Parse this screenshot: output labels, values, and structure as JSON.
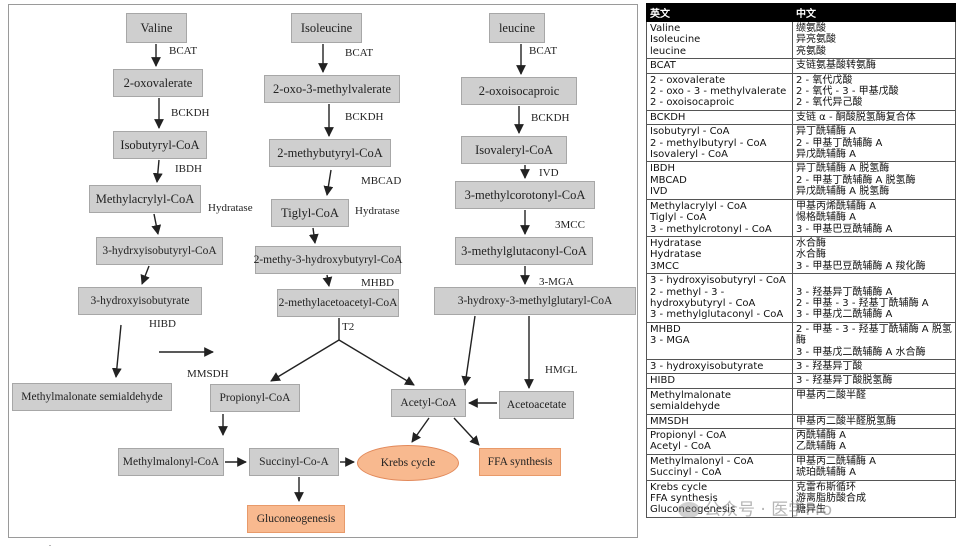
{
  "diagram": {
    "nodes": {
      "valine": "Valine",
      "isoleucine": "Isoleucine",
      "leucine": "leucine",
      "oxovalerate": "2-oxovalerate",
      "oxomethylvalerate": "2-oxo-3-methylvalerate",
      "oxoisocaproic": "2-oxoisocaproic",
      "isobutyryl": "Isobutyryl-CoA",
      "methylbutyryl": "2-methybutyryl-CoA",
      "isovaleryl": "Isovaleryl-CoA",
      "methylacrylyl": "Methylacrylyl-CoA",
      "tiglyl": "Tiglyl-CoA",
      "methylcrotonyl": "3-methylcorotonyl-CoA",
      "hydroxyisobutyryl": "3-hydrxyisobutyryl-CoA",
      "methylhydroxybutyryl": "2-methy-3-hydroxybutyryl-CoA",
      "methylglutaconyl": "3-methylglutaconyl-CoA",
      "hydroxyisobutyrate": "3-hydroxyisobutyrate",
      "methylacetoacetyl": "2-methylacetoacetyl-CoA",
      "hmg": "3-hydroxy-3-methylglutaryl-CoA",
      "semialdehyde": "Methylmalonate semialdehyde",
      "propionyl": "Propionyl-CoA",
      "acetyl": "Acetyl-CoA",
      "acetoacetate": "Acetoacetate",
      "methylmalonyl": "Methylmalonyl-CoA",
      "succinyl": "Succinyl-Co-A",
      "krebs": "Krebs cycle",
      "ffa": "FFA synthesis",
      "gluconeo": "Gluconeogenesis"
    },
    "enzymes": {
      "bcat1": "BCAT",
      "bcat2": "BCAT",
      "bcat3": "BCAT",
      "bckdh1": "BCKDH",
      "bckdh2": "BCKDH",
      "bckdh3": "BCKDH",
      "ibdh": "IBDH",
      "mbcad": "MBCAD",
      "ivd": "IVD",
      "hydratase1": "Hydratase",
      "hydratase2": "Hydratase",
      "mcc": "3MCC",
      "mhbd": "MHBD",
      "mga": "3-MGA",
      "hibd": "HIBD",
      "t2": "T2",
      "mmsdh": "MMSDH",
      "hmgl": "HMGL"
    },
    "footnote": "."
  },
  "legend": {
    "headers": {
      "en": "英文",
      "zh": "中文"
    },
    "rows": [
      {
        "en": [
          "Valine",
          "Isoleucine",
          "leucine"
        ],
        "zh": [
          "缬氨酸",
          "异亮氨酸",
          "亮氨酸"
        ]
      },
      {
        "en": [
          "BCAT"
        ],
        "zh": [
          "支链氨基酸转氨酶"
        ]
      },
      {
        "en": [
          "2 - oxovalerate",
          "2 - oxo - 3 - methylvalerate",
          "2 - oxoisocaproic"
        ],
        "zh": [
          "2 - 氧代戊酸",
          "2 - 氧代 - 3 - 甲基戊酸",
          "2 - 氧代异己酸"
        ]
      },
      {
        "en": [
          "BCKDH"
        ],
        "zh": [
          "支链 α - 酮酸脱氢酶复合体"
        ]
      },
      {
        "en": [
          "Isobutyryl - CoA",
          "2 - methylbutyryl - CoA",
          "Isovaleryl - CoA"
        ],
        "zh": [
          "异丁酰辅酶 A",
          "2 - 甲基丁酰辅酶 A",
          "异戊酰辅酶 A"
        ]
      },
      {
        "en": [
          "IBDH",
          "MBCAD",
          "IVD"
        ],
        "zh": [
          "异丁酰辅酶 A 脱氢酶",
          "2 - 甲基丁酰辅酶 A 脱氢酶",
          "异戊酰辅酶 A 脱氢酶"
        ]
      },
      {
        "en": [
          "Methylacrylyl - CoA",
          "Tiglyl - CoA",
          "3 - methylcrotonyl - CoA"
        ],
        "zh": [
          "甲基丙烯酰辅酶 A",
          "惕格酰辅酶 A",
          "3 - 甲基巴豆酰辅酶 A"
        ]
      },
      {
        "en": [
          "Hydratase",
          "Hydratase",
          "3MCC"
        ],
        "zh": [
          "水合酶",
          "水合酶",
          "3 - 甲基巴豆酰辅酶 A 羧化酶"
        ]
      },
      {
        "en": [
          "3 - hydroxyisobutyryl - CoA",
          "2 - methyl - 3 -",
          "hydroxybutyryl - CoA",
          "3 - methylglutaconyl - CoA"
        ],
        "zh": [
          "",
          "3 - 羟基异丁酰辅酶 A",
          "2 - 甲基 - 3 - 羟基丁酰辅酶 A",
          "3 - 甲基戊二酰辅酶 A"
        ]
      },
      {
        "en": [
          "MHBD",
          "3 - MGA",
          ""
        ],
        "zh": [
          "2 - 甲基 - 3 - 羟基丁酰辅酶 A 脱氢",
          "酶",
          "3 - 甲基戊二酰辅酶 A 水合酶"
        ]
      },
      {
        "en": [
          "3 - hydroxyisobutyrate"
        ],
        "zh": [
          "3 - 羟基异丁酸"
        ]
      },
      {
        "en": [
          "HIBD"
        ],
        "zh": [
          "3 - 羟基异丁酸脱氢酶"
        ]
      },
      {
        "en": [
          "Methylmalonate",
          "semialdehyde"
        ],
        "zh": [
          "甲基丙二酸半醛",
          ""
        ]
      },
      {
        "en": [
          "MMSDH"
        ],
        "zh": [
          "甲基丙二酸半醛脱氢酶"
        ]
      },
      {
        "en": [
          "Propionyl - CoA",
          "Acetyl - CoA"
        ],
        "zh": [
          "丙酰辅酶 A",
          "乙酰辅酶 A"
        ]
      },
      {
        "en": [
          "Methylmalonyl - CoA",
          "Succinyl - CoA"
        ],
        "zh": [
          "甲基丙二酰辅酶 A",
          "琥珀酰辅酶 A"
        ]
      },
      {
        "en": [
          "Krebs cycle",
          "FFA synthesis",
          "Gluconeogenesis"
        ],
        "zh": [
          "克雷布斯循环",
          "游离脂肪酸合成",
          "糖异生"
        ]
      }
    ]
  },
  "watermark": "公众号 · 医学Pro"
}
